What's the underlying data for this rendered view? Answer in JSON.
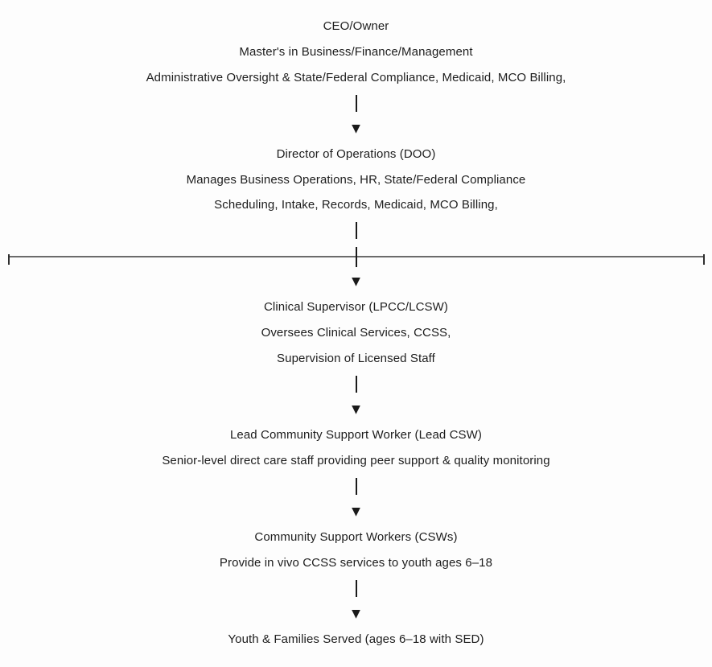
{
  "diagram": {
    "type": "org-chart",
    "icons": {
      "down_arrow": "▼"
    },
    "colors": {
      "background": "#fdfdfd",
      "text": "#1d1d1d",
      "connector": "#1a1a1a",
      "bracket_line": "#6b6b6b",
      "bracket_tick": "#2f2f2f"
    },
    "levels": [
      {
        "id": "ceo-owner",
        "lines": [
          "CEO/Owner",
          "Master's in Business/Finance/Management",
          "Administrative Oversight & State/Federal Compliance, Medicaid, MCO Billing,"
        ]
      },
      {
        "id": "director-of-operations",
        "lines": [
          "Director of Operations (DOO)",
          "Manages Business Operations, HR, State/Federal Compliance",
          "Scheduling, Intake, Records, Medicaid, MCO Billing,"
        ]
      },
      {
        "id": "clinical-supervisor",
        "lines": [
          "Clinical Supervisor (LPCC/LCSW)",
          "Oversees Clinical Services, CCSS,",
          "Supervision of Licensed Staff"
        ]
      },
      {
        "id": "lead-csw",
        "lines": [
          "Lead Community Support Worker (Lead CSW)",
          "Senior-level direct care staff providing peer support & quality monitoring"
        ]
      },
      {
        "id": "csws",
        "lines": [
          "Community Support Workers (CSWs)",
          "Provide in vivo CCSS services to youth ages 6–18"
        ]
      },
      {
        "id": "youth-families",
        "lines": [
          "Youth & Families Served (ages 6–18 with SED)"
        ]
      }
    ]
  }
}
